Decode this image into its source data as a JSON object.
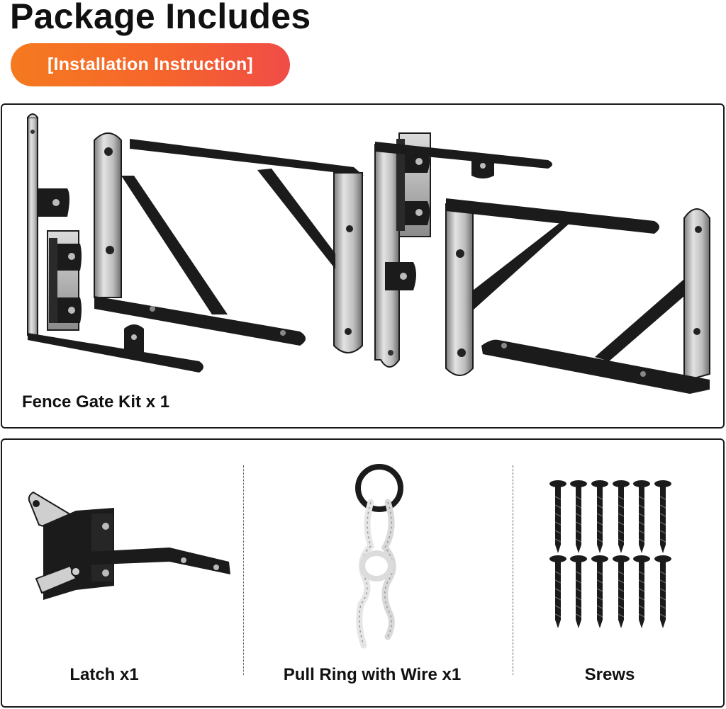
{
  "header": {
    "title": "Package Includes",
    "badge_label": "[Installation Instruction]"
  },
  "kit_panel": {
    "caption": "Fence Gate Kit x 1"
  },
  "parts_panel": {
    "items": [
      {
        "label": "Latch x1"
      },
      {
        "label": "Pull Ring with Wire x1"
      },
      {
        "label": "Srews"
      }
    ]
  },
  "colors": {
    "badge_gradient_start": "#f57a1f",
    "badge_gradient_end": "#f04c46",
    "hardware_black": "#1b1b1b",
    "steel_light": "#cfcfcf"
  }
}
